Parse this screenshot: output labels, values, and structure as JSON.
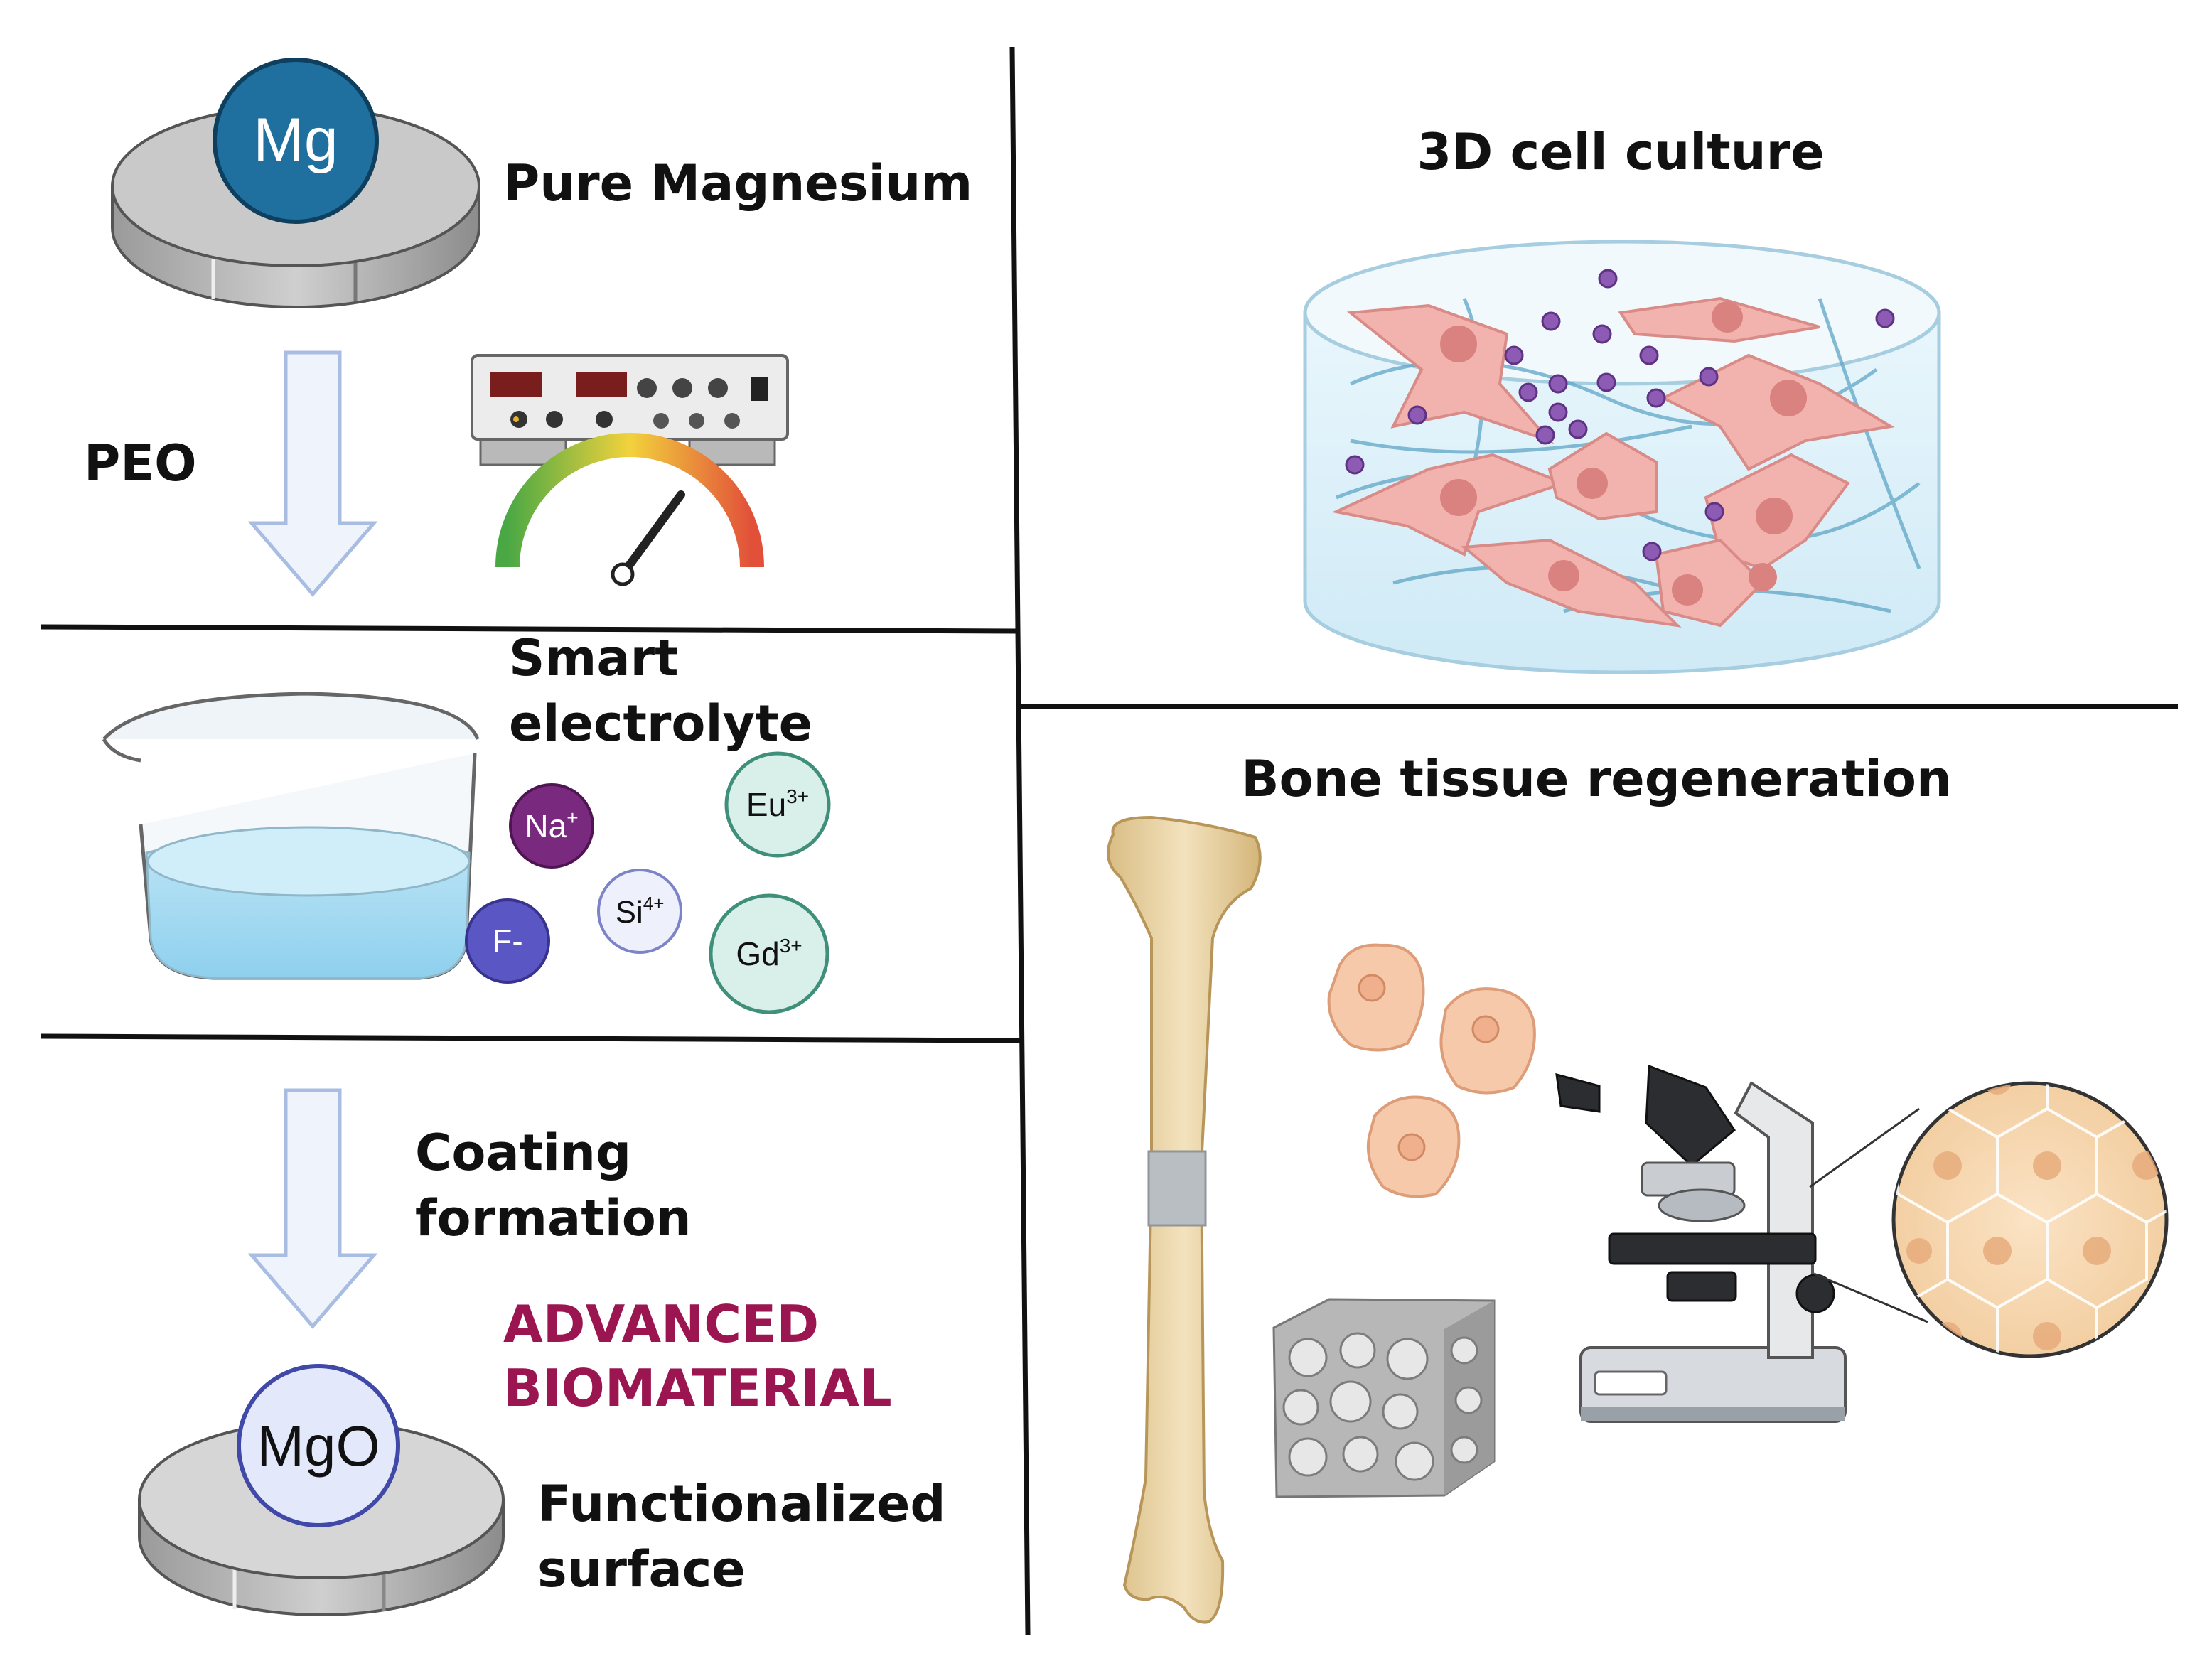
{
  "labels": {
    "mg_disc": "Mg",
    "pure_magnesium": "Pure Magnesium",
    "peo": "PEO",
    "smart_line1": "Smart",
    "smart_line2": "electrolyte",
    "coating_line1": "Coating",
    "coating_line2": "formation",
    "advanced_line1": "ADVANCED",
    "advanced_line2": "BIOMATERIAL",
    "mgo_disc": "MgO",
    "functionalized_line1": "Functionalized",
    "functionalized_line2": "surface",
    "cell_culture": "3D cell culture",
    "bone_regen": "Bone tissue regeneration"
  },
  "ions": {
    "na": {
      "base": "Na",
      "sup": "+"
    },
    "eu": {
      "base": "Eu",
      "sup": "3+"
    },
    "si": {
      "base": "Si",
      "sup": "4+"
    },
    "f": {
      "base": "F-",
      "sup": ""
    },
    "gd": {
      "base": "Gd",
      "sup": "3+"
    }
  },
  "colors": {
    "mg_disc": "#1f6f9f",
    "advanced_text": "#9b1651",
    "na_ion": "#7a2a7e",
    "f_ion": "#5a56c4",
    "eu_ion": "#d9efe9",
    "gd_ion": "#d9efe9",
    "si_ion": "#eef0fb",
    "cell": "#f2b3ae",
    "bone": "#ecd9ae",
    "arrow_fill": "#eef3fc",
    "arrow_stroke": "#a9bde2"
  }
}
